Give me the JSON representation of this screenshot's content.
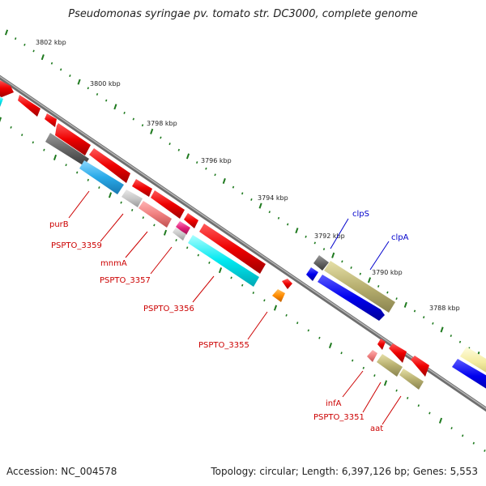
{
  "title": "Pseudomonas syringae pv. tomato str. DC3000, complete genome",
  "footer": {
    "accession": "Accession: NC_004578",
    "topology": "Topology: circular; Length: 6,397,126 bp; Genes: 5,553"
  },
  "scale": {
    "unit": "kbp",
    "ticks": [
      "3802 kbp",
      "3800 kbp",
      "3798 kbp",
      "3796 kbp",
      "3794 kbp",
      "3792 kbp",
      "3790 kbp",
      "3788 kbp"
    ]
  },
  "gene_labels": [
    {
      "name": "purB",
      "color": "#cc0000"
    },
    {
      "name": "PSPTO_3359",
      "color": "#cc0000"
    },
    {
      "name": "mnmA",
      "color": "#cc0000"
    },
    {
      "name": "PSPTO_3357",
      "color": "#cc0000"
    },
    {
      "name": "PSPTO_3356",
      "color": "#cc0000"
    },
    {
      "name": "PSPTO_3355",
      "color": "#cc0000"
    },
    {
      "name": "clpS",
      "color": "#0000cc"
    },
    {
      "name": "clpA",
      "color": "#0000cc"
    },
    {
      "name": "infA",
      "color": "#cc0000"
    },
    {
      "name": "PSPTO_3351",
      "color": "#cc0000"
    },
    {
      "name": "aat",
      "color": "#cc0000"
    }
  ],
  "colors": {
    "backbone": "#8a8a8a",
    "tick_dots": "#1f7a1f",
    "red_feature": "#ee0000",
    "cyan_feature": "#00e5f0",
    "blue_feature": "#0000ee",
    "olive_feature": "#b8b070"
  }
}
